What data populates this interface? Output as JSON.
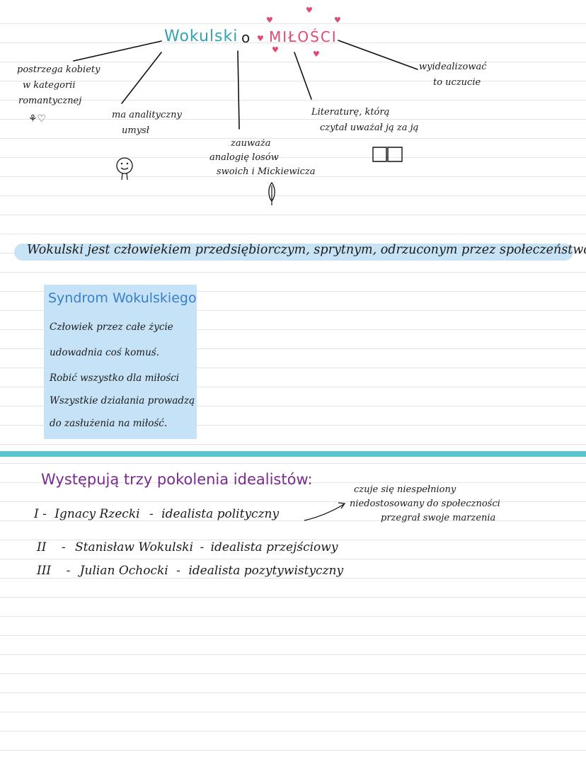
{
  "mindmap": {
    "title_part1": "Wokulski",
    "title_part2": "o",
    "title_part3": "MIŁOŚCI",
    "branch_left_1": "postrzega kobiety",
    "branch_left_2": "w kategorii",
    "branch_left_3": "romantycznej",
    "branch_analytic_1": "ma analityczny",
    "branch_analytic_2": "umysł",
    "branch_center_1": "zauważa",
    "branch_center_2": "analogię losów",
    "branch_center_3": "swoich i Mickiewicza",
    "branch_literature_1": "Literaturę, którą",
    "branch_literature_2": "czytał uważał ją za ją",
    "branch_right_1": "wyidealizować",
    "branch_right_2": "to uczucie"
  },
  "banner": {
    "text": "Wokulski jest człowiekiem przedsiębiorczym, sprytnym, odrzuconym przez społeczeństwo"
  },
  "syndrome": {
    "title": "Syndrom Wokulskiego",
    "line1": "Człowiek przez całe życie",
    "line2": "udowadnia coś komuś.",
    "line3": "Robić wszystko dla miłości",
    "line4": "Wszystkie działania prowadzą",
    "line5": "do zasłużenia na miłość."
  },
  "generations": {
    "title": "Występują trzy pokolenia idealistów:",
    "rows": [
      {
        "num": "I",
        "dash": "-",
        "name": "Ignacy Rzecki",
        "sep": "-",
        "desc": "idealista polityczny"
      },
      {
        "num": "II",
        "dash": "-",
        "name": "Stanisław Wokulski",
        "sep": "-",
        "desc": "idealista przejściowy"
      },
      {
        "num": "III",
        "dash": "-",
        "name": "Julian Ochocki",
        "sep": "-",
        "desc": "idealista pozytywistyczny"
      }
    ],
    "note1": "czuje się niespełniony",
    "note2": "niedostosowany do społeczności",
    "note3": "przegrał swoje marzenia"
  },
  "colors": {
    "title_teal": "#2fa4b2",
    "title_pink": "#e04a72",
    "highlight_blue": "#c8e3f6",
    "box_blue": "#c6e2f7",
    "section_purple": "#7a2c8e",
    "divider_cyan": "#5bc4d3"
  },
  "icons": [
    "heart-icon",
    "smiley-face-icon",
    "feather-icon",
    "open-book-icon"
  ]
}
